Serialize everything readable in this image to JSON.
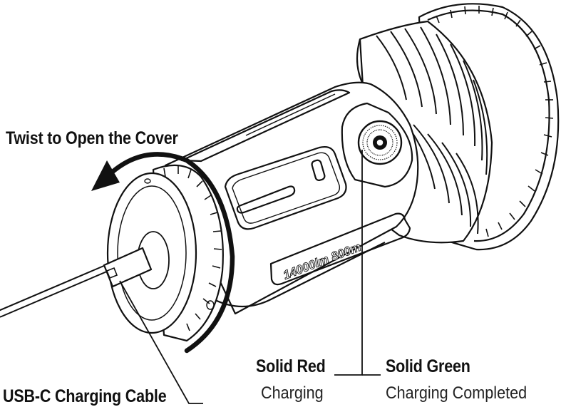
{
  "labels": {
    "twist": "Twist to Open the Cover",
    "usb_cable": "USB-C Charging Cable",
    "red_title": "Solid Red",
    "red_desc": "Charging",
    "green_title": "Solid Green",
    "green_desc": "Charging Completed"
  },
  "device": {
    "body_print": "14000lm 800m"
  },
  "colors": {
    "line": "#111111",
    "background": "#ffffff"
  }
}
